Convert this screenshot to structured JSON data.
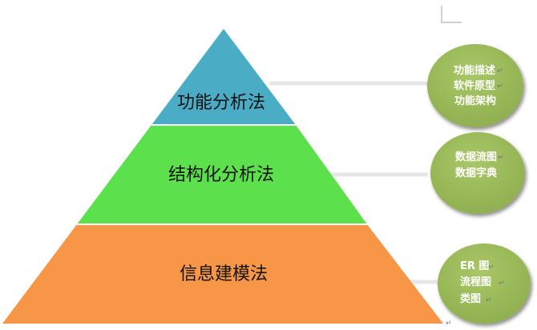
{
  "colors": {
    "tier_top": "#4BACC6",
    "tier_middle": "#5CE04C",
    "tier_bottom": "#F79646",
    "bubble_fill": "#9BBB59",
    "connector": "#e6e6e6",
    "edge_line": "#ffffff"
  },
  "tiers": [
    {
      "label": "功能分析法"
    },
    {
      "label": "结构化分析法"
    },
    {
      "label": "信息建模法"
    }
  ],
  "bubbles": [
    {
      "lines": [
        "功能描述",
        "软件原型",
        "功能架构"
      ]
    },
    {
      "lines": [
        "数据流图",
        "数据字典"
      ]
    },
    {
      "lines": [
        "ER 图",
        "流程图",
        "类图"
      ]
    }
  ],
  "paragraph_mark": "↵"
}
